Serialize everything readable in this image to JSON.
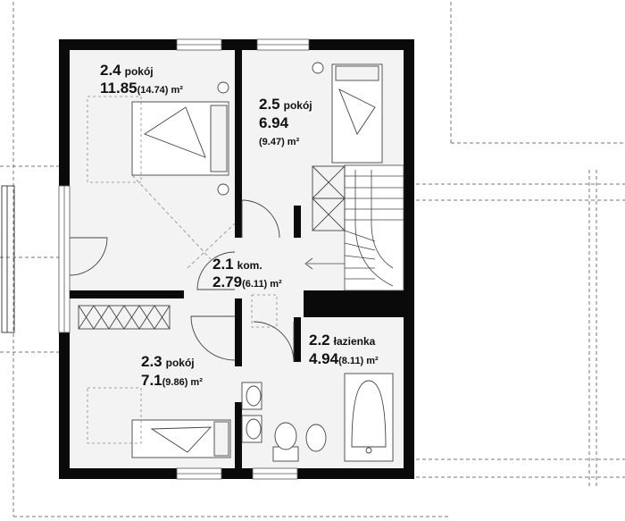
{
  "rooms": {
    "r24": {
      "num": "2.4",
      "word": "pokój",
      "area": "11.85",
      "alt": "(14.74) m²"
    },
    "r25": {
      "num": "2.5",
      "word": "pokój",
      "area": "6.94",
      "alt": "(9.47) m²"
    },
    "r21": {
      "num": "2.1",
      "word": "kom.",
      "area": "2.79",
      "alt": "(6.11) m²"
    },
    "r23": {
      "num": "2.3",
      "word": "pokój",
      "area": "7.1",
      "alt": "(9.86) m²"
    },
    "r22": {
      "num": "2.2",
      "word": "łazienka",
      "area": "4.94",
      "alt": "(8.11) m²"
    }
  },
  "colors": {
    "wall": "#0a0a0a",
    "floor": "#f3f3f3",
    "outline": "#555555",
    "dash": "#777777"
  }
}
